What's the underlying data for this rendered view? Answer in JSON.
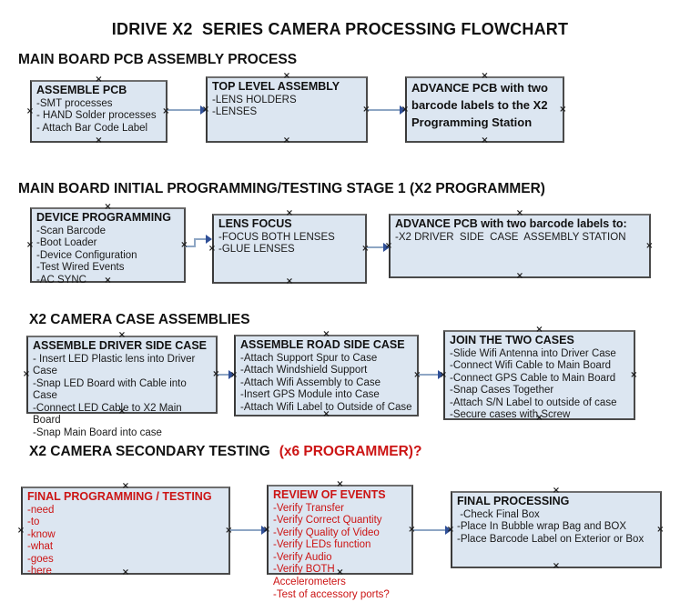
{
  "page": {
    "title": "IDRIVE X2  SERIES CAMERA PROCESSING FLOWCHART"
  },
  "colors": {
    "box_fill": "#dce6f1",
    "box_border": "#4a4a4a",
    "arrow_shaft": "#8ea6c4",
    "arrow_head": "#2f4f97",
    "red": "#cc1414",
    "ink": "#111111"
  },
  "anchor_glyph": "×",
  "sections": [
    {
      "heading": "MAIN BOARD PCB ASSEMBLY PROCESS",
      "boxes": [
        {
          "title": "ASSEMBLE PCB",
          "items": [
            "-SMT processes",
            "- HAND Solder processes",
            "- Attach Bar Code Label"
          ]
        },
        {
          "title": "TOP LEVEL ASSEMBLY",
          "items": [
            "-LENS HOLDERS",
            "-LENSES"
          ]
        },
        {
          "title": "ADVANCE PCB with two barcode labels to the X2 Programming Station",
          "items": []
        }
      ]
    },
    {
      "heading": "MAIN BOARD INITIAL PROGRAMMING/TESTING STAGE 1 (X2 PROGRAMMER)",
      "boxes": [
        {
          "title": "DEVICE PROGRAMMING",
          "items": [
            "-Scan Barcode",
            "-Boot Loader",
            "-Device Configuration",
            "-Test Wired Events",
            "-AC SYNC"
          ]
        },
        {
          "title": "LENS FOCUS",
          "items": [
            "-FOCUS BOTH LENSES",
            "-GLUE LENSES"
          ]
        },
        {
          "title": "ADVANCE PCB with two barcode labels to:",
          "items": [
            "-X2 DRIVER  SIDE  CASE  ASSEMBLY STATION"
          ]
        }
      ]
    },
    {
      "heading": "X2 CAMERA CASE ASSEMBLIES",
      "boxes": [
        {
          "title": "ASSEMBLE DRIVER SIDE CASE",
          "items": [
            "- Insert LED Plastic lens into Driver Case",
            "-Snap LED Board with Cable into Case",
            "-Connect LED Cable to X2 Main Board",
            "-Snap Main Board into case"
          ]
        },
        {
          "title": "ASSEMBLE ROAD SIDE CASE",
          "items": [
            "-Attach Support Spur to Case",
            "-Attach Windshield Support",
            "-Attach Wifi Assembly to Case",
            "-Insert GPS Module into Case",
            "-Attach Wifi Label to Outside of Case"
          ]
        },
        {
          "title": "JOIN THE TWO CASES",
          "items": [
            "-Slide Wifi Antenna into Driver Case",
            "-Connect Wifi Cable to Main Board",
            "-Connect GPS Cable to Main Board",
            "-Snap Cases Together",
            "-Attach S/N Label to outside of case",
            "-Secure cases with Screw"
          ]
        }
      ]
    },
    {
      "heading": "X2 CAMERA SECONDARY TESTING",
      "heading_suffix": "(x6 PROGRAMMER)?",
      "boxes": [
        {
          "title": "FINAL PROGRAMMING / TESTING",
          "color": "red",
          "items": [
            "-need",
            "-to",
            "-know",
            "-what",
            "-goes",
            "-here"
          ]
        },
        {
          "title": "REVIEW OF EVENTS",
          "color": "red",
          "items": [
            "-Verify Transfer",
            "-Verify Correct Quantity",
            "-Verify Quality of Video",
            "-Verify LEDs function",
            "-Verify Audio",
            "-Verify BOTH Accelerometers",
            "-Test of accessory ports?"
          ]
        },
        {
          "title": "FINAL PROCESSING",
          "color": "black",
          "items": [
            " -Check Final Box",
            "-Place In Bubble wrap Bag and BOX",
            "-Place Barcode Label on Exterior or Box"
          ]
        }
      ]
    }
  ]
}
